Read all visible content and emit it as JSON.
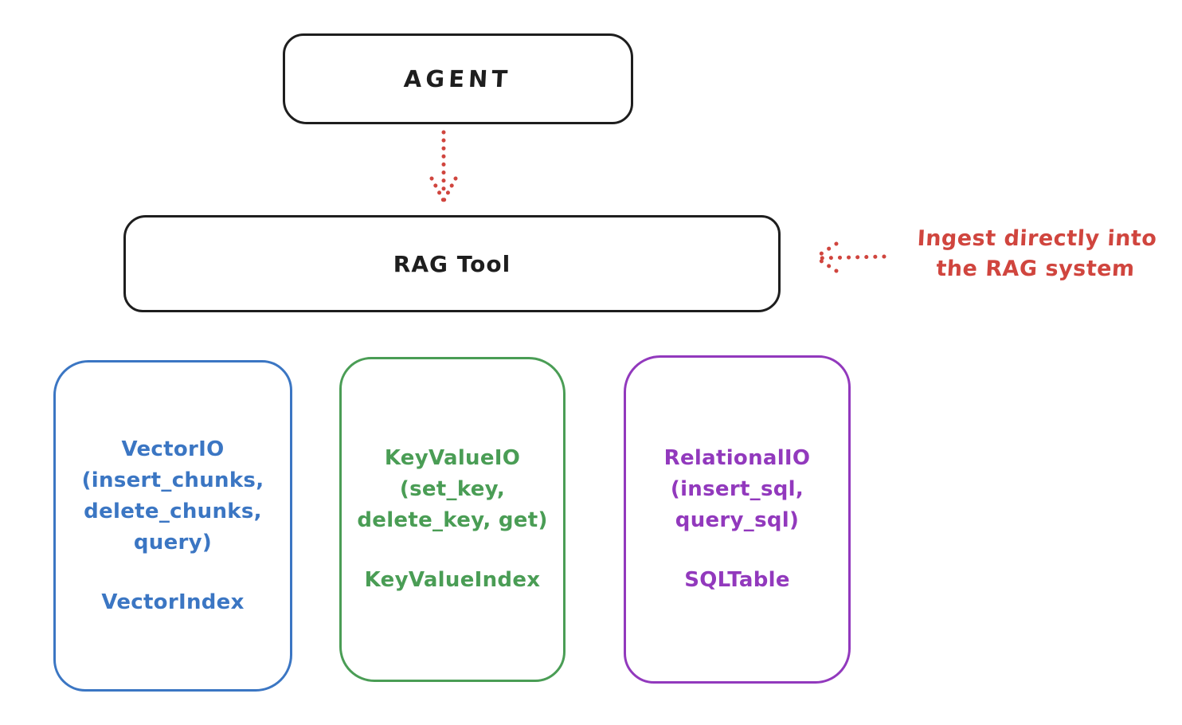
{
  "diagram": {
    "agent": {
      "label": "AGENT"
    },
    "rag_tool": {
      "label": "RAG Tool"
    },
    "annotation": {
      "line1": "Ingest directly into",
      "line2": "the RAG system"
    },
    "storage_boxes": [
      {
        "name": "vector-io",
        "color": "#3b76c3",
        "lines": [
          "VectorIO",
          "(insert_chunks,",
          "delete_chunks,",
          "query)"
        ],
        "index_label": "VectorIndex"
      },
      {
        "name": "keyvalue-io",
        "color": "#4a9d55",
        "lines": [
          "KeyValueIO",
          "(set_key,",
          "delete_key, get)"
        ],
        "index_label": "KeyValueIndex"
      },
      {
        "name": "relational-io",
        "color": "#9239bd",
        "lines": [
          "RelationalIO",
          "(insert_sql,",
          "query_sql)"
        ],
        "index_label": "SQLTable"
      }
    ],
    "colors": {
      "stroke": "#1e1e1e",
      "red": "#d0453e",
      "background": "#ffffff"
    }
  }
}
